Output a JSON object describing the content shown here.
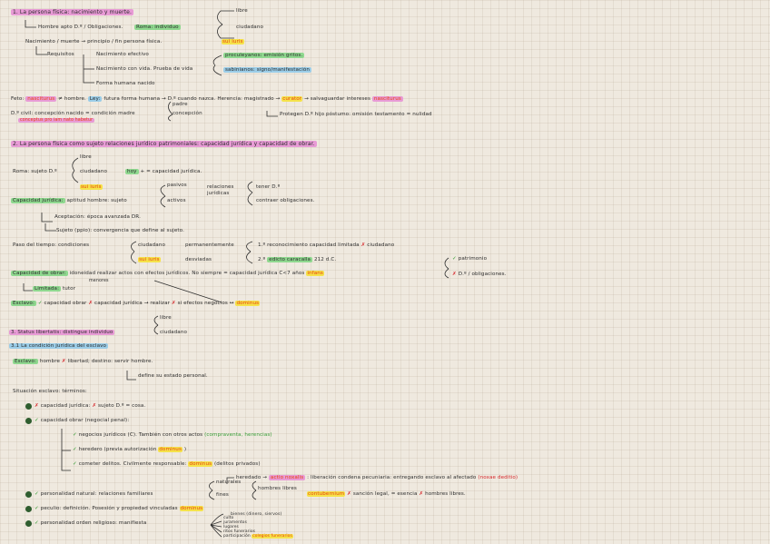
{
  "s1": {
    "title": "1. La persona física: nacimiento y muerte.",
    "hombre": "Hombre apto D.º / Obligaciones.",
    "roma": "Roma: individuo",
    "libre": "libre",
    "ciudadano": "ciudadano",
    "nac_muerte": "Nacimiento / muerte → principio / fin persona física.",
    "sui_iuris": "sui iuris",
    "requisitos": "Requisitos",
    "req1": "Nacimiento efectivo",
    "req2": "Nacimiento con vida. Prueba de vida",
    "req3": "Forma humana nacido",
    "proculeyanos": "proculeyanos: emisión gritos.",
    "sabinianos": "sabinianos: signo/manifestación",
    "feto_pre": "Feto:",
    "feto_hl": "nasciturus",
    "feto_post": "≠ hombre.",
    "ley": "Ley:",
    "ley_text": "futura forma humana → D.º cuando nazca. Herencia: magistrado →",
    "curator": "curator",
    "salv": "→ salvaguardar intereses",
    "nasciturus2": "nasciturus",
    "dcivil": "D.º civil: concepción nacido = condición madre",
    "padre": "padre",
    "concepcion": "concepción",
    "conceptus": "conceptus pro iam nato habetur",
    "protegen": "Protegen D.º hijo póstumo: omisión testamento = nulidad"
  },
  "s2": {
    "title": "2. La persona física como sujeto relaciones jurídico patrimoniales: capacidad jurídica y capacidad de obrar.",
    "roma": "Roma: sujeto D.º",
    "libre": "libre",
    "ciudadano": "ciudadano",
    "sui_iuris": "sui iuris",
    "hoy": "hoy",
    "cap_jur": "+ = capacidad jurídica.",
    "cap_jur_label": "Capacidad jurídica:",
    "cap_jur_text": "aptitud hombre: sujeto",
    "pasivos": "pasivos",
    "activos": "activos",
    "relaciones": "relaciones jurídicas",
    "tener": "tener D.º",
    "contraer": "contraer obligaciones.",
    "aceptacion": "Aceptación: época avanzada DR.",
    "sujeto_pp": "Sujeto (ppio): convergencia que define al sujeto.",
    "paso": "Paso del tiempo: condiciones",
    "ciudadano2": "ciudadano",
    "sui_iuris2": "sui iuris",
    "permanente": "permanentemente",
    "desviadas": "desviadas",
    "paso1_pre": "1.º reconocimiento capacidad limitada",
    "paso1_post": "ciudadano",
    "paso2_pre": "2.º",
    "paso2_hl": "edicto caracalla",
    "paso2_post": "212 d.C.",
    "obrar_label": "Capacidad de obrar:",
    "obrar_text": "idoneidad realizar actos con efectos jurídicos. No siempre = capacidad jurídica C<7 años",
    "infans": "infans",
    "patrimonio": "patrimonio",
    "obligaciones": "D.º / obligaciones.",
    "menores": "menores",
    "limitada": "Limitada:",
    "tutor": "tutor",
    "esclavo_label": "Esclavo:",
    "esclavo_text": "capacidad obrar",
    "esclavo_text2": "capacidad jurídica",
    "realizar": "realizar",
    "efectos": "si efectos negocios ↔",
    "dominus": "dominus"
  },
  "s3": {
    "status": "3. Status libertatis: distingue individuo",
    "libre": "libre",
    "ciudadano": "ciudadano"
  },
  "s4": {
    "title": "3.1 La condición jurídica del esclavo",
    "esclavo_label": "Esclavo:",
    "esclavo_text": "hombre",
    "esclavo_text2": "libertad; destino: servir hombre.",
    "define": "define su estado personal.",
    "situacion": "Situación esclavo: términos:",
    "t1_text": "capacidad jurídica:",
    "t1_text2": "sujeto D.º = cosa.",
    "t2_text": "capacidad obrar (negocial penal):",
    "n1_pre": "negocios jurídicos (C). También con otros actos",
    "n1_hl": "(compraventa, herencias)",
    "n2_pre": "heredero (previa autorización",
    "n2_hl": "dominus",
    "n2_post": ")",
    "n3_pre": "cometer delitos. Civilmente responsable:",
    "n3_hl": "dominus",
    "n3_post": "(delitos privados)",
    "heredado": "heredado →",
    "noxales": "actio noxalis",
    "liberacion": ": liberación condena pecuniaria: entregando esclavo al afectado",
    "noxae": "(noxae deditio)",
    "naturales": "naturales",
    "hombres_libres": "hombres libres",
    "t3_text": "personalidad natural: relaciones familiares",
    "fines": "fines",
    "contubernium": "contubernium",
    "sancion": "sanción legal, = esencia",
    "hombres_libres2": "hombres libres.",
    "t4_text": "peculio: definición. Posesión y propiedad vinculadas",
    "peculio_hl": "dominus",
    "peculio_sub": "bienes (dinero, siervos)",
    "t5_text": "personalidad orden religioso: manifiesta",
    "rel1": "culto",
    "rel2": "juramentos",
    "rel3": "lugares",
    "rel4": "ritos funerarios",
    "rel5": "participación",
    "rel_hl": "colegios funerarios"
  }
}
